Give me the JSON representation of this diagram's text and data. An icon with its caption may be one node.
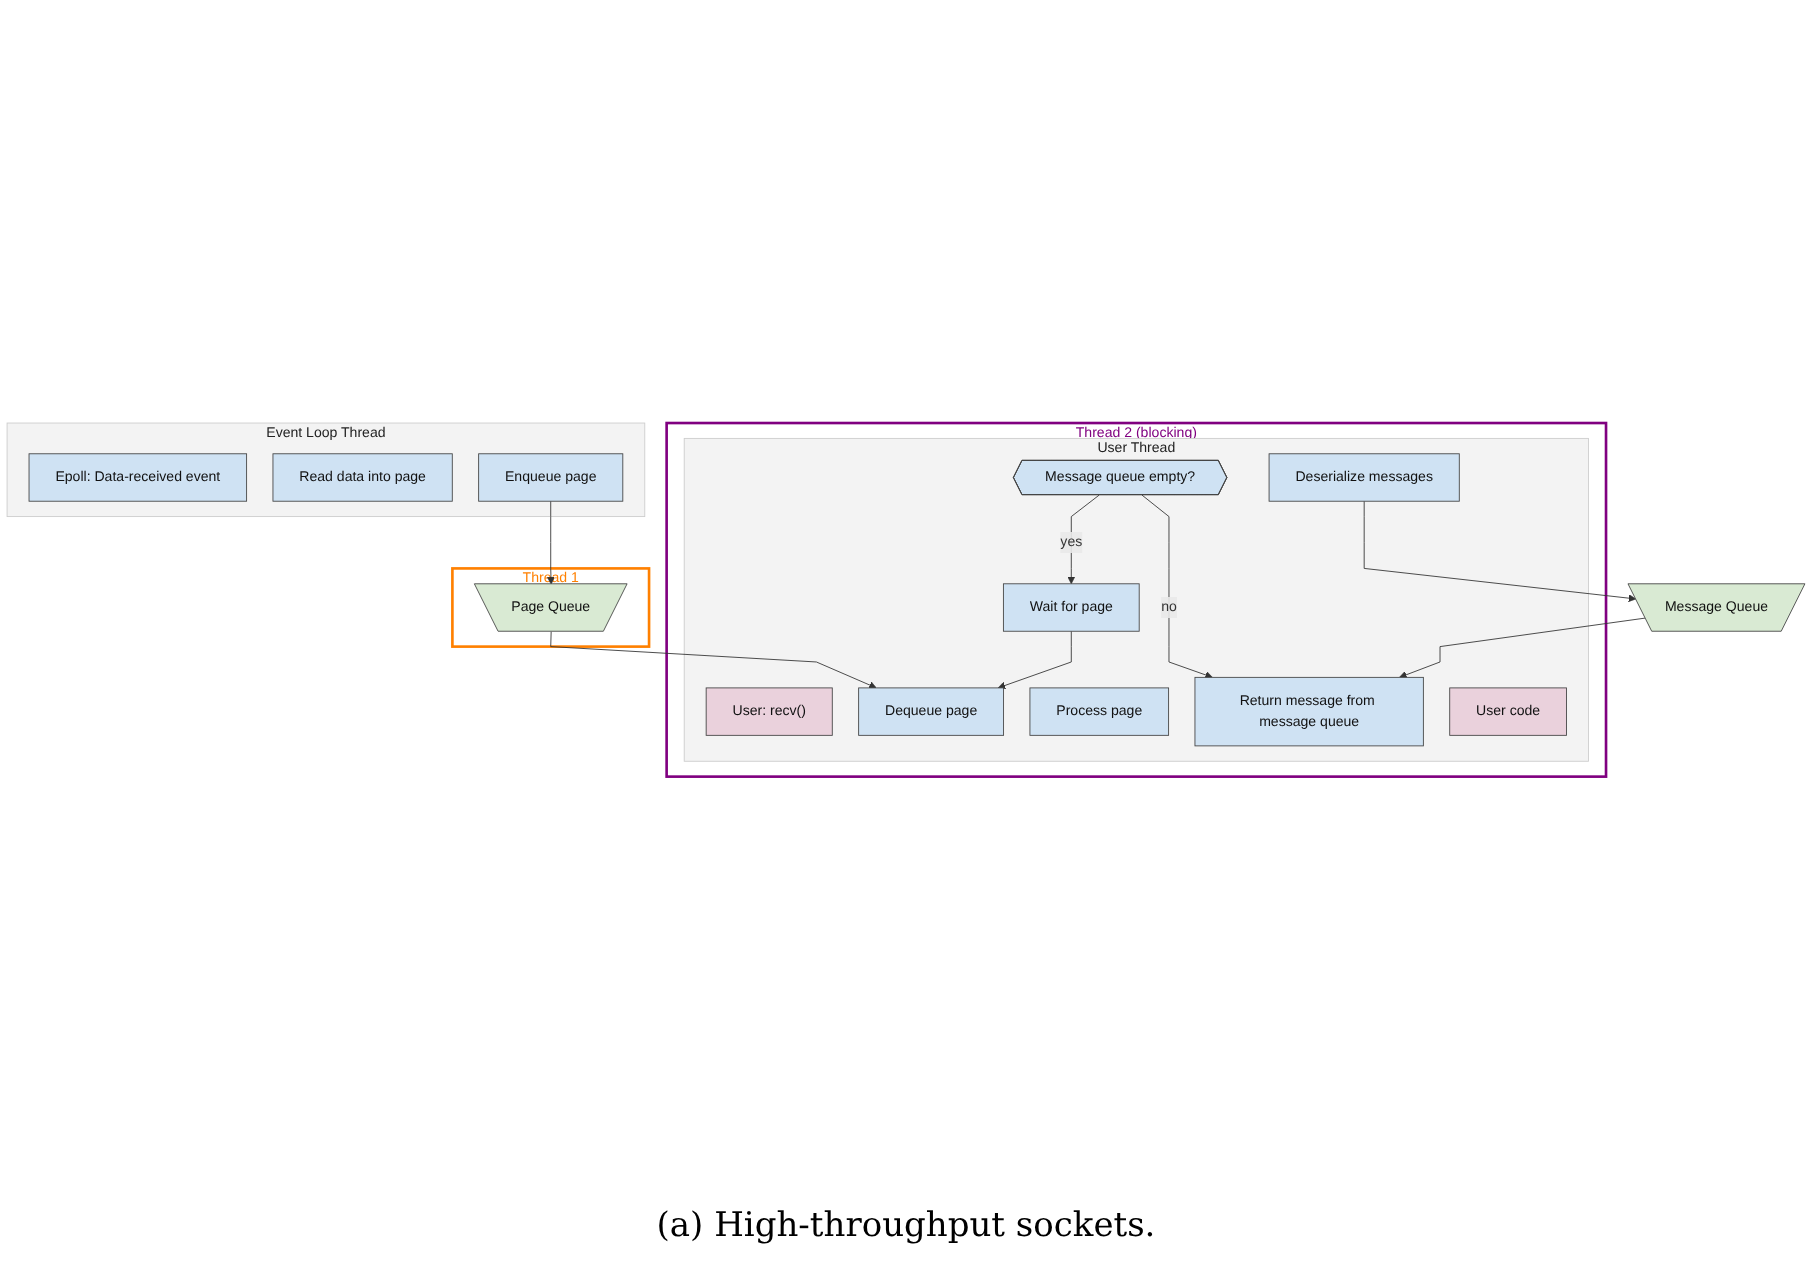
{
  "diagram": {
    "caption": "(a) High-throughput sockets.",
    "nodes": [
      {
        "text": [
          "Thread 2 (blocking)"
        ]
      },
      {
        "text": [
          "User Thread"
        ],
        "in": 0
      },
      {
        "text": [
          "User: recv()"
        ],
        "in": 1
      },
      {
        "text": [
          "Message queue empty?"
        ],
        "in": 1
      },
      {
        "text": [
          "Wait for page"
        ],
        "in": 1
      },
      {
        "text": [
          "Dequeue page"
        ],
        "in": 1
      },
      {
        "text": [
          "Process page"
        ],
        "in": 1
      },
      {
        "text": [
          "Deserialize messages"
        ],
        "in": 1
      },
      {
        "text": [
          "Return message from message queue"
        ],
        "in": 1
      },
      {
        "text": [
          "User code"
        ],
        "in": 1
      },
      {
        "text": [
          "Thread 1"
        ]
      },
      {
        "text": [
          "Page Queue"
        ],
        "in": 10
      },
      {
        "text": [
          "Event Loop Thread"
        ]
      },
      {
        "text": [
          "Epoll: Data-received event"
        ],
        "in": 12
      },
      {
        "text": [
          "Read data into page"
        ],
        "in": 12
      },
      {
        "text": [
          "Enqueue page"
        ],
        "in": 12
      },
      {
        "text": [
          "Message Queue"
        ]
      }
    ],
    "edges": [
      {
        "from": 3,
        "to": 4,
        "arrow": "to",
        "label": "yes"
      },
      {
        "from": 3,
        "to": 8,
        "arrow": "to",
        "label": "no"
      },
      {
        "from": 4,
        "to": 5,
        "arrow": "to"
      },
      {
        "from": 15,
        "to": 11,
        "arrow": "to"
      },
      {
        "from": 11,
        "to": 5,
        "arrow": "to"
      },
      {
        "from": 7,
        "to": 16,
        "arrow": "to"
      },
      {
        "from": 16,
        "to": 8,
        "arrow": "to"
      }
    ]
  }
}
